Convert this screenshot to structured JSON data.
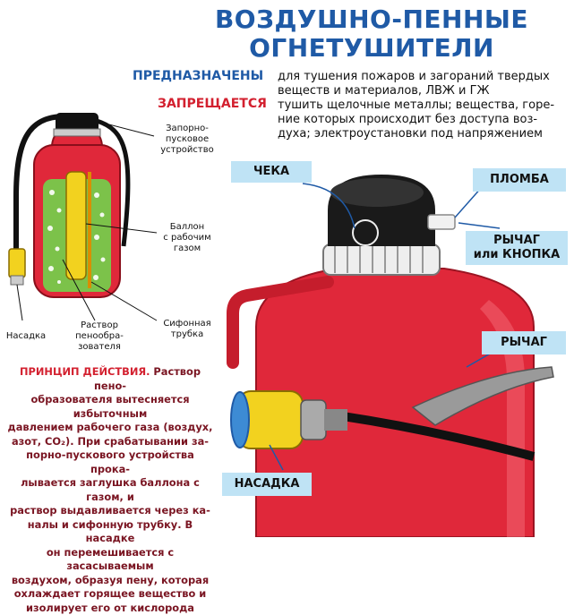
{
  "title": {
    "line1": "ВОЗДУШНО-ПЕННЫЕ",
    "line2": "ОГНЕТУШИТЕЛИ"
  },
  "purpose": {
    "keyword": "ПРЕДНАЗНАЧЕНЫ",
    "line1": "для тушения пожаров и загораний твердых",
    "line2": "веществ и материалов, ЛВЖ и ГЖ"
  },
  "forbidden": {
    "keyword": "ЗАПРЕЩАЕТСЯ",
    "line1": "тушить щелочные металлы; вещества, горе-",
    "line2": "ние которых происходит без доступа воз-",
    "line3": "духа; электроустановки под напряжением"
  },
  "small_diagram": {
    "valve": [
      "Запорно-",
      "пусковое",
      "устройство"
    ],
    "cylinder": [
      "Баллон",
      "с рабочим",
      "газом"
    ],
    "siphon": [
      "Сифонная",
      "трубка"
    ],
    "solution": [
      "Раствор",
      "пенообра-",
      "зователя"
    ],
    "nozzle": "Насадка"
  },
  "principle": {
    "heading": "ПРИНЦИП ДЕЙСТВИЯ.",
    "lines": [
      " Раствор пено-",
      "образователя вытесняется избыточным",
      "давлением рабочего газа (воздух,",
      "азот, CO₂). При срабатывании за-",
      "порно-пускового устройства прока-",
      "лывается заглушка баллона с газом, и",
      "раствор выдавливается через ка-",
      "налы и сифонную трубку. В насадке",
      "он перемешивается с засасываемым",
      "воздухом, образуя пену, которая",
      "охлаждает горящее вещество и",
      "изолирует его от кислорода"
    ]
  },
  "big_diagram": {
    "pin": "ЧЕКА",
    "seal": "ПЛОМБА",
    "lever_or_button": [
      "РЫЧАГ",
      "или КНОПКА"
    ],
    "lever": "РЫЧАГ",
    "nozzle": "НАСАДКА"
  },
  "colors": {
    "title_blue": "#1f5aa6",
    "accent_red": "#d3202f",
    "body_red": "#e0283a",
    "label_bg": "#bfe3f5",
    "foam_green": "#7cc24a",
    "nozzle_yellow": "#f2d21f"
  }
}
